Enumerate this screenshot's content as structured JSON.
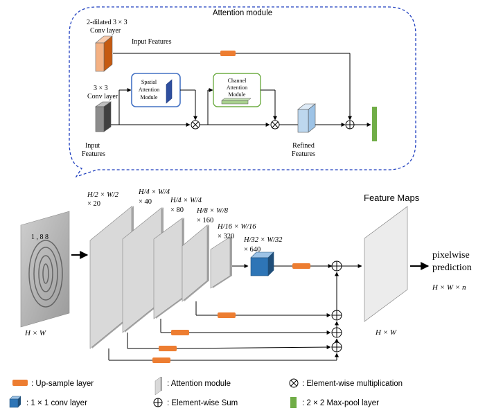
{
  "attention_module": {
    "title": "Attention module",
    "dilated_conv_label": [
      "2-dilated 3 × 3",
      "Conv layer"
    ],
    "input_features_top": "Input Features",
    "conv3_label": [
      "3 × 3",
      "Conv layer"
    ],
    "input_features_bottom": [
      "Input",
      "Features"
    ],
    "spatial_attention": [
      "Spatial",
      "Attention",
      "Module"
    ],
    "channel_attention": [
      "Channel",
      "Attention",
      "Module"
    ],
    "refined_features": [
      "Refined",
      "Features"
    ]
  },
  "network": {
    "input_size": "H × W",
    "stage_labels": [
      [
        "H/2 × W/2",
        "× 20"
      ],
      [
        "H/4 × W/4",
        "× 40"
      ],
      [
        "H/4 × W/4",
        "× 80"
      ],
      [
        "H/8 × W/8",
        "× 160"
      ],
      [
        "H/16 × W/16",
        "× 320"
      ],
      [
        "H/32 × W/32",
        "× 640"
      ]
    ],
    "feature_maps_title": "Feature Maps",
    "feature_maps_size": "H × W",
    "output_label": [
      "pixelwise",
      "prediction"
    ],
    "output_size": "H × W × n",
    "fingerprint_text": "1 , 8 8"
  },
  "legend": {
    "upsample": ": Up-sample layer",
    "conv1x1": ": 1 × 1 conv layer",
    "attention": ": Attention module",
    "sum": ": Element-wise Sum",
    "multiply": ": Element-wise multiplication",
    "maxpool": ": 2 × 2 Max-pool layer"
  },
  "colors": {
    "upsample": "#ed7d31",
    "conv_blue": "#2e75b6",
    "maxpool_green": "#70ad47",
    "dashed_border": "#1f3fbf",
    "spatial_border": "#4472c4",
    "channel_border": "#70ad47",
    "dilated_conv": "#f4b183",
    "conv3_gray": "#8c8c8c",
    "refined": "#bdd7ee",
    "plane_gray": "#d9d9d9"
  }
}
